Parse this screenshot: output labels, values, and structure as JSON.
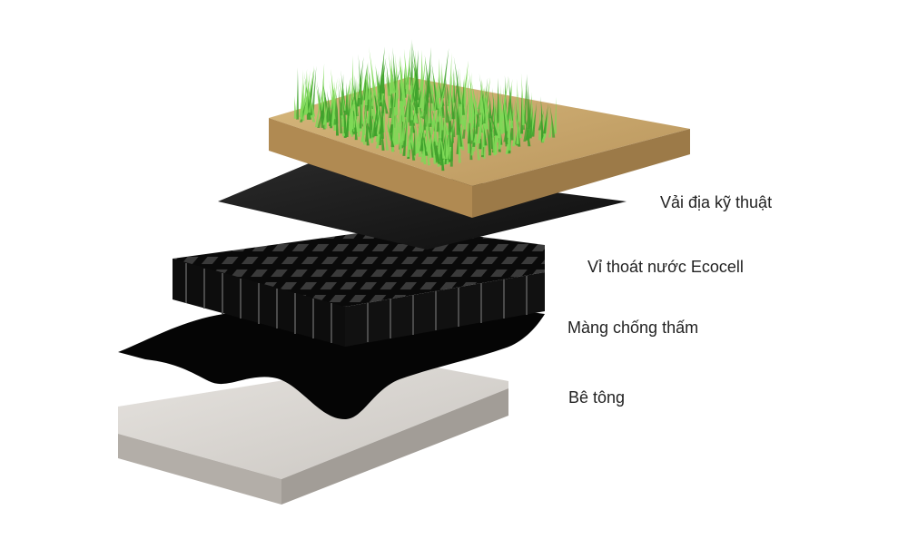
{
  "layers": [
    {
      "id": "geotextile",
      "label": "Vải địa kỹ thuật"
    },
    {
      "id": "drainage-cell",
      "label": "Vỉ thoát nước Ecocell"
    },
    {
      "id": "waterproof-membrane",
      "label": "Màng chống thấm"
    },
    {
      "id": "concrete",
      "label": "Bê tông"
    }
  ],
  "colors": {
    "grass_light": "#7ed957",
    "grass_dark": "#3fa22c",
    "soil_top": "#c9a66b",
    "soil_side": "#a9844f",
    "geotextile": "#1c1c1c",
    "drainage_cell": "#0d0d0d",
    "membrane": "#050505",
    "concrete_top": "#d9d5d0",
    "concrete_side": "#b9b4ae"
  }
}
